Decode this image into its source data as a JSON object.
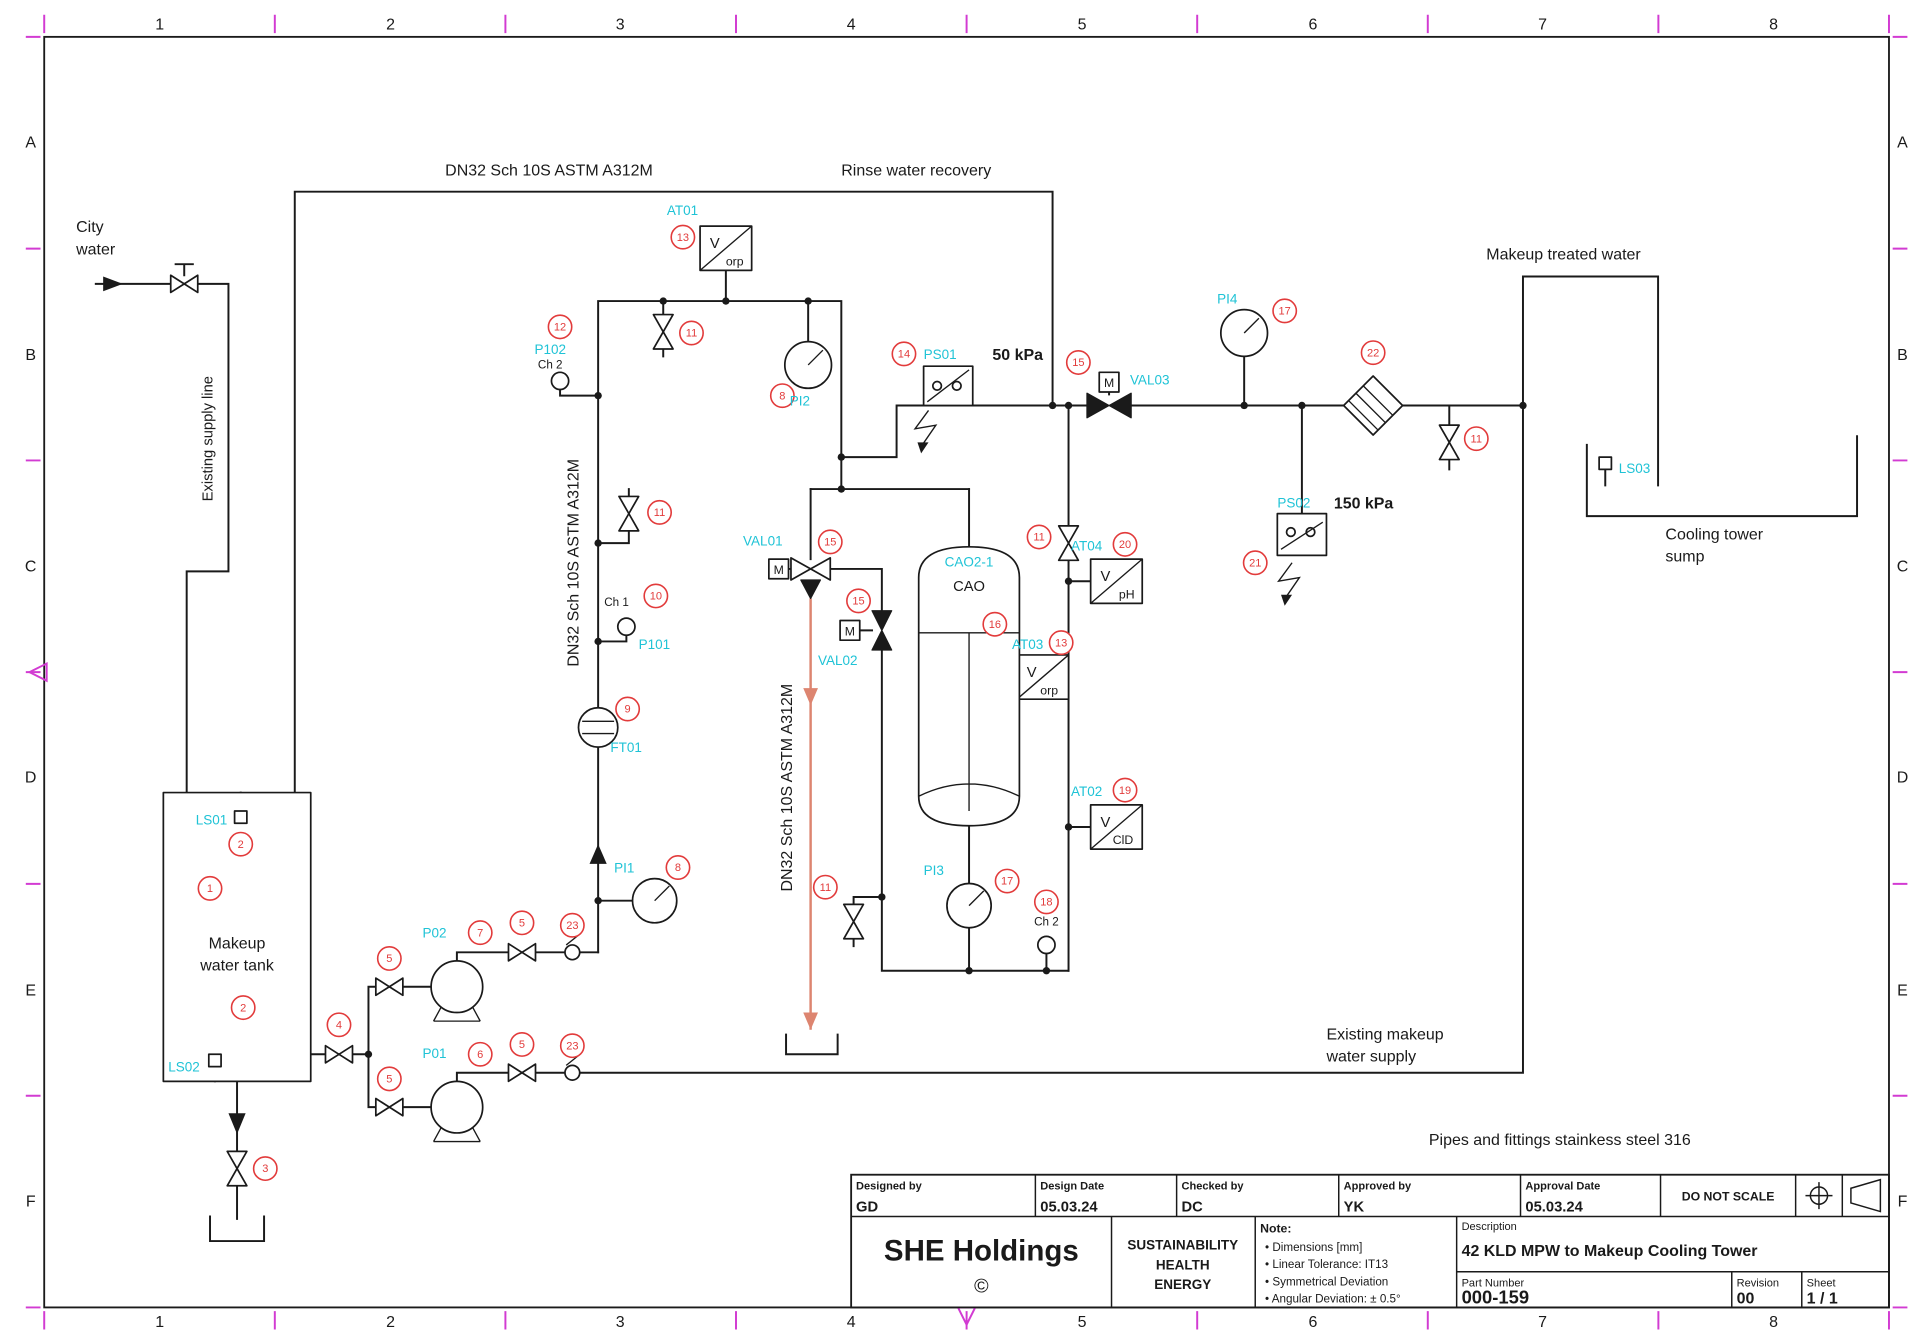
{
  "frame": {
    "cols": [
      "1",
      "2",
      "3",
      "4",
      "5",
      "6",
      "7",
      "8"
    ],
    "rows": [
      "A",
      "B",
      "C",
      "D",
      "E",
      "F"
    ]
  },
  "colors": {
    "grid_magenta": "#d23bd2",
    "tag_cyan": "#1fc3d6",
    "balloon_red": "#e23b3b",
    "drain_salmon": "#dd8570",
    "line_black": "#1a1a1a"
  },
  "labels": {
    "city": [
      "City",
      "water"
    ],
    "existing_supply_line": "Existing supply line",
    "pipe_spec": "DN32 Sch 10S ASTM A312M",
    "rinse": "Rinse water recovery",
    "makeup_treated": "Makeup treated water",
    "sump": [
      "Cooling tower",
      "sump"
    ],
    "tank": [
      "Makeup",
      "water tank"
    ],
    "existing_makeup": [
      "Existing makeup",
      "water supply"
    ],
    "pipes_note": "Pipes and fittings stainkess steel 316",
    "kpa50": "50 kPa",
    "kpa150": "150 kPa",
    "cao": "CAO",
    "ch1": "Ch 1",
    "ch2": "Ch 2",
    "m": "M",
    "v": "V",
    "orp": "orp",
    "ph": "pH",
    "cld": "ClD"
  },
  "tags": {
    "ls01": "LS01",
    "ls02": "LS02",
    "ls03": "LS03",
    "p01": "P01",
    "p02": "P02",
    "p101": "P101",
    "p102": "P102",
    "ft01": "FT01",
    "pi1": "PI1",
    "pi2": "PI2",
    "pi3": "PI3",
    "pi4": "PI4",
    "at01": "AT01",
    "at02": "AT02",
    "at03": "AT03",
    "at04": "AT04",
    "ps01": "PS01",
    "ps02": "PS02",
    "val01": "VAL01",
    "val02": "VAL02",
    "val03": "VAL03",
    "cao": "CAO2-1"
  },
  "balloons": [
    "2",
    "1",
    "2",
    "3",
    "4",
    "5",
    "7",
    "5",
    "23",
    "6",
    "5",
    "5",
    "23",
    "8",
    "9",
    "10",
    "11",
    "12",
    "13",
    "11",
    "8",
    "14",
    "15",
    "17",
    "22",
    "11",
    "21",
    "20",
    "11",
    "13",
    "15",
    "15",
    "16",
    "19",
    "11",
    "17",
    "18"
  ],
  "title_block": {
    "designed_by_label": "Designed by",
    "designed_by": "GD",
    "design_date_label": "Design Date",
    "design_date": "05.03.24",
    "checked_by_label": "Checked by",
    "checked_by": "DC",
    "approved_by_label": "Approved by",
    "approved_by": "YK",
    "approval_date_label": "Approval Date",
    "approval_date": "05.03.24",
    "do_not_scale": "DO NOT SCALE",
    "company": "SHE Holdings",
    "copyright": "©",
    "org": [
      "SUSTAINABILITY",
      "HEALTH",
      "ENERGY"
    ],
    "note_title": "Note:",
    "notes": [
      "• Dimensions [mm]",
      "• Linear Tolerance: IT13",
      "• Symmetrical Deviation",
      "• Angular Deviation: ± 0.5°"
    ],
    "description_label": "Description",
    "description": "42 KLD MPW to Makeup Cooling Tower",
    "part_number_label": "Part Number",
    "part_number": "000-159",
    "revision_label": "Revision",
    "revision": "00",
    "sheet_label": "Sheet",
    "sheet": "1 / 1"
  }
}
